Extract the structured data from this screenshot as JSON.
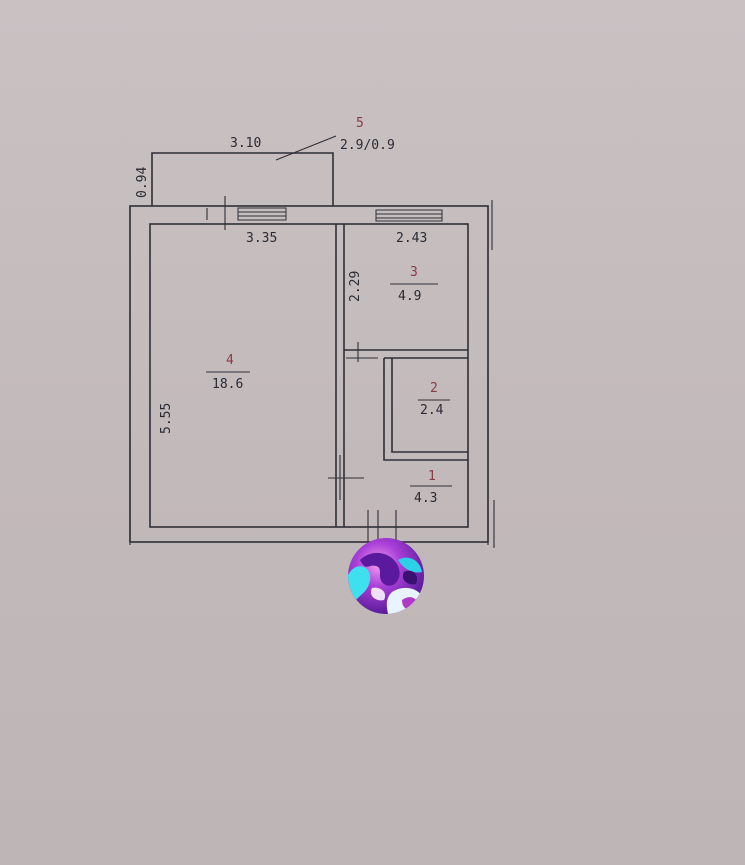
{
  "rooms": [
    {
      "number": "5",
      "area": "2.9/0.9"
    },
    {
      "number": "4",
      "area": "18.6"
    },
    {
      "number": "3",
      "area": "4.9"
    },
    {
      "number": "2",
      "area": "2.4"
    },
    {
      "number": "1",
      "area": "4.3"
    }
  ],
  "dimensions": {
    "balcony_width": "3.10",
    "balcony_depth": "0.94",
    "room4_window": "3.35",
    "room3_window": "2.43",
    "room4_depth": "5.55",
    "room3_depth": "2.29"
  },
  "colors": {
    "paper": "#c5bcbd",
    "ink": "#2b2b33",
    "room_number_ink": "#8a3a44"
  },
  "sticker": {
    "icon": "marbled-sphere-icon"
  }
}
